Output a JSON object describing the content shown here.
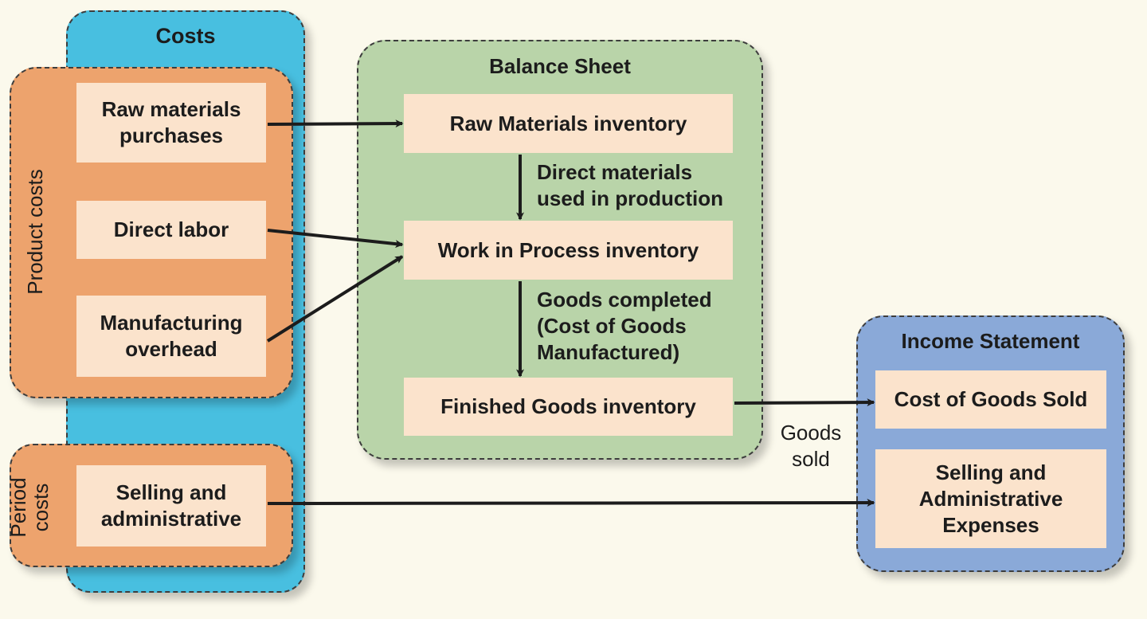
{
  "costs": {
    "title": "Costs",
    "product_costs_label": "Product costs",
    "period_costs_label_line1": "Period",
    "period_costs_label_line2": "costs",
    "raw_materials_purchases_line1": "Raw materials",
    "raw_materials_purchases_line2": "purchases",
    "direct_labor": "Direct labor",
    "manufacturing_overhead_line1": "Manufacturing",
    "manufacturing_overhead_line2": "overhead",
    "selling_admin_line1": "Selling and",
    "selling_admin_line2": "administrative"
  },
  "balance_sheet": {
    "title": "Balance Sheet",
    "raw_materials_inventory": "Raw Materials inventory",
    "work_in_process_inventory": "Work in Process inventory",
    "finished_goods_inventory": "Finished Goods inventory",
    "direct_materials_label_line1": "Direct materials",
    "direct_materials_label_line2": "used in production",
    "goods_completed_line1": "Goods completed",
    "goods_completed_line2": "(Cost of Goods",
    "goods_completed_line3": "Manufactured)"
  },
  "income_statement": {
    "title": "Income Statement",
    "cost_of_goods_sold": "Cost of Goods Sold",
    "selling_admin_expenses_line1": "Selling and",
    "selling_admin_expenses_line2": "Administrative",
    "selling_admin_expenses_line3": "Expenses"
  },
  "goods_sold_label_line1": "Goods",
  "goods_sold_label_line2": "sold",
  "colors": {
    "background": "#fbf9ec",
    "costs_panel": "#48bfe0",
    "cost_group_panel": "#eda36d",
    "balance_sheet_panel": "#b9d4a9",
    "income_statement_panel": "#8aa9d8",
    "item_box": "#fbe3cc",
    "arrow": "#1c1c1c"
  }
}
